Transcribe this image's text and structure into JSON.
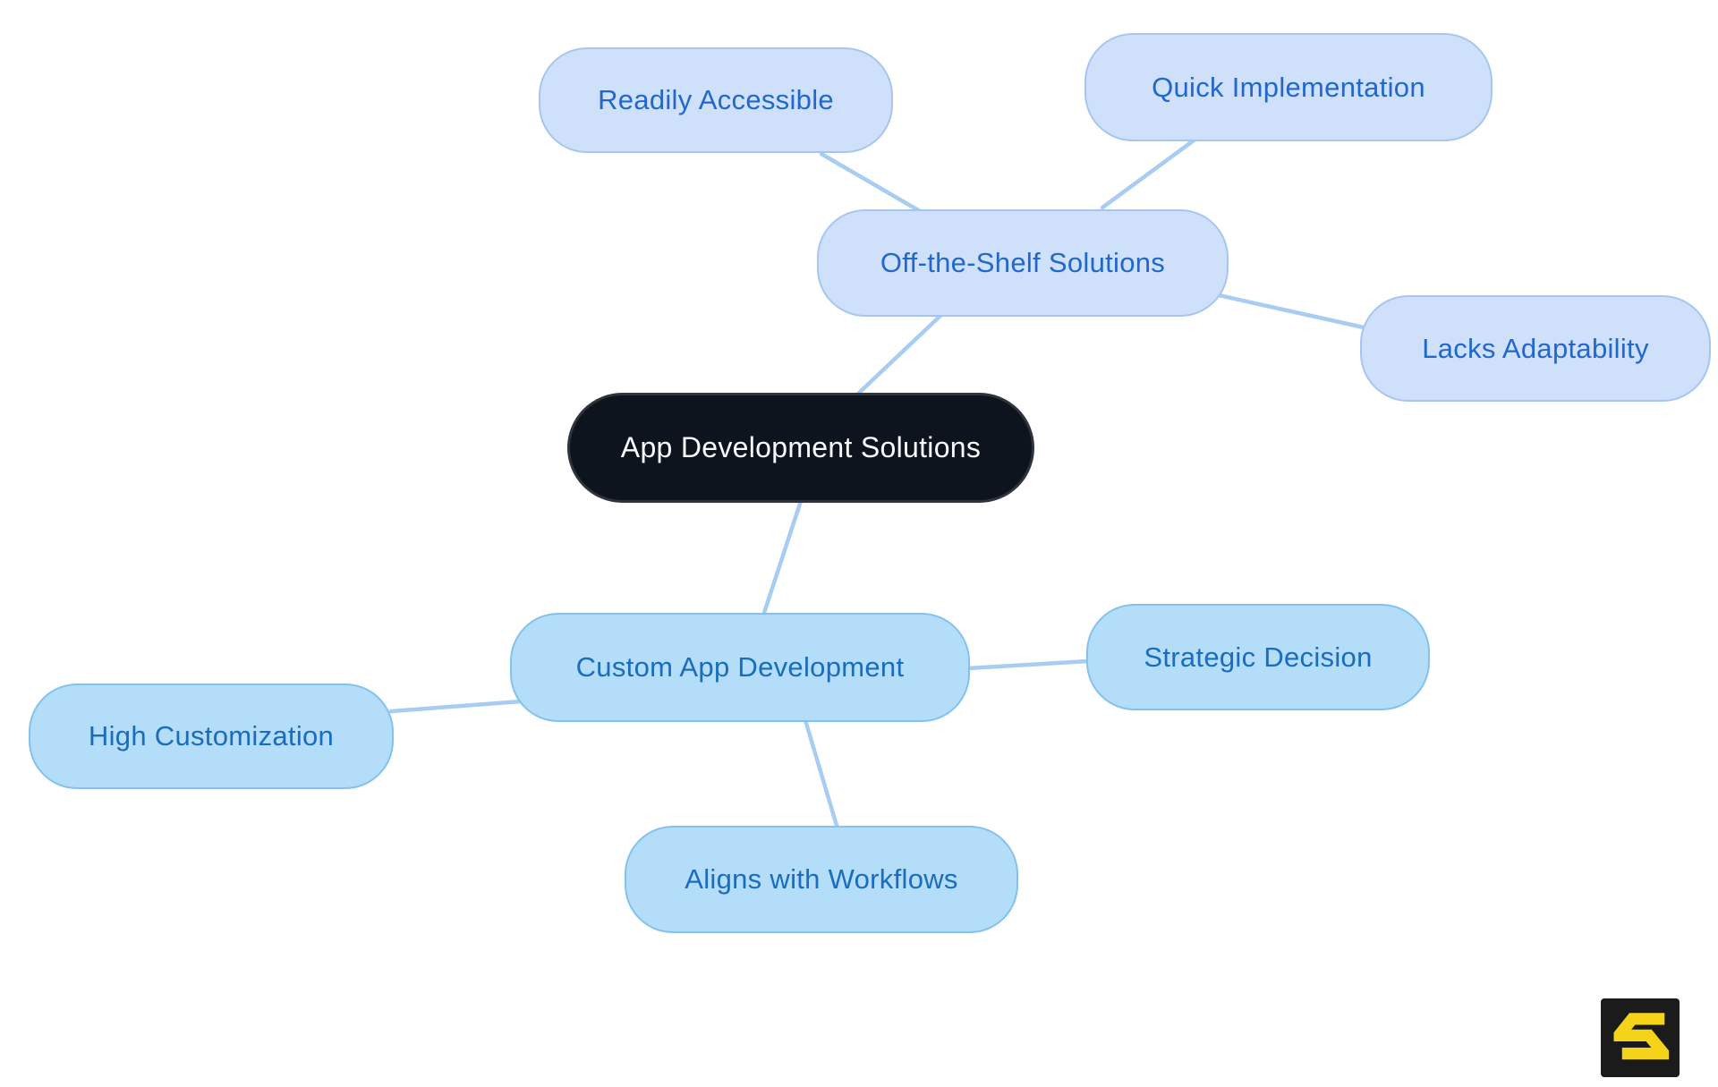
{
  "diagram": {
    "type": "mindmap",
    "root": "App Development Solutions",
    "branches": [
      {
        "parent": "Off-the-Shelf Solutions",
        "children": [
          "Readily Accessible",
          "Quick Implementation",
          "Lacks Adaptability"
        ]
      },
      {
        "parent": "Custom App Development",
        "children": [
          "High Customization",
          "Strategic Decision",
          "Aligns with Workflows"
        ]
      }
    ]
  },
  "nodes": {
    "root": {
      "label": "App Development Solutions"
    },
    "off_the_shelf": {
      "label": "Off-the-Shelf Solutions"
    },
    "readily_accessible": {
      "label": "Readily Accessible"
    },
    "quick_implementation": {
      "label": "Quick Implementation"
    },
    "lacks_adaptability": {
      "label": "Lacks Adaptability"
    },
    "custom_app": {
      "label": "Custom App Development"
    },
    "high_customization": {
      "label": "High Customization"
    },
    "strategic_decision": {
      "label": "Strategic Decision"
    },
    "aligns_workflows": {
      "label": "Aligns with Workflows"
    }
  },
  "colors": {
    "root-bg": "#0e141e",
    "root-border": "#2f343c",
    "root-text": "#fafbfd",
    "branch1-fill": "#cfe1fa",
    "branch1-border": "#a6c6f1",
    "branch1-text": "#2267cd",
    "branch2-fill": "#b3ddf9",
    "branch2-border": "#83c2ee",
    "branch2-text": "#1a6cbe",
    "edge-line": "#a8ccf2",
    "logo-bg": "#1b1b1b",
    "logo-fg": "#f5d319"
  },
  "logo": {
    "icon": "angular-s-logo",
    "letter": "S"
  }
}
